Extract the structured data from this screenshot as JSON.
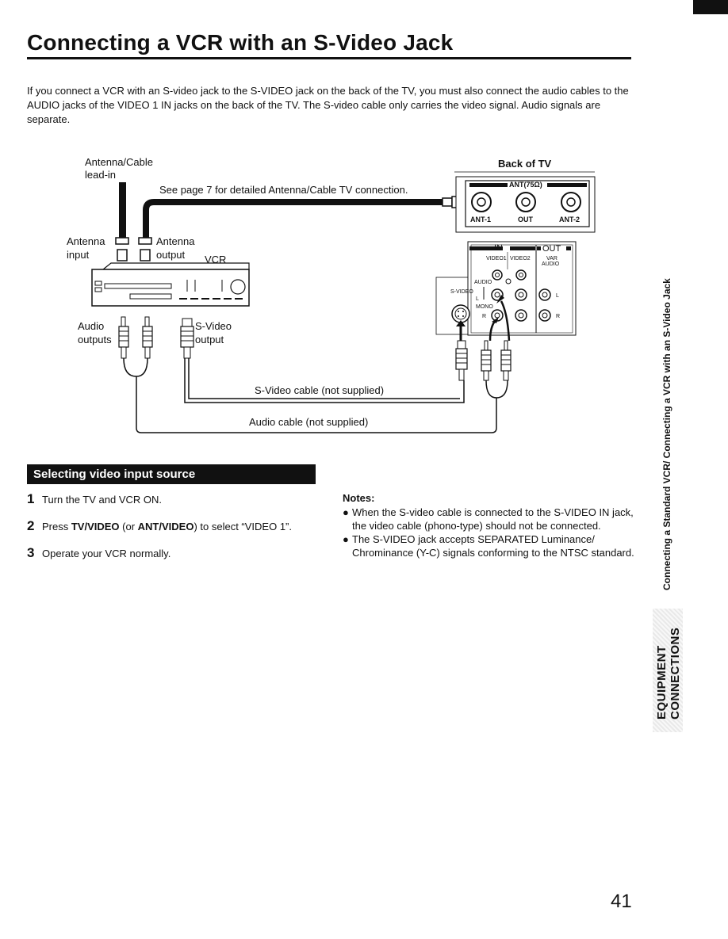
{
  "page": {
    "title": "Connecting a VCR with an S-Video Jack",
    "intro": "If you connect a VCR with an S-video jack to the S-VIDEO jack on the back of the TV, you must also connect the audio cables to the AUDIO jacks of the VIDEO 1 IN jacks on the back of the TV. The S-video cable only carries the video signal. Audio signals are separate.",
    "page_number": "41"
  },
  "diagram": {
    "antenna_cable_label_1": "Antenna/Cable",
    "antenna_cable_label_2": "lead-in",
    "see_page_note": "See page 7 for detailed Antenna/Cable TV connection.",
    "back_of_tv": "Back of TV",
    "ant_75": "ANT(75Ω)",
    "ant1": "ANT-1",
    "out": "OUT",
    "ant2": "ANT-2",
    "antenna_input_1": "Antenna",
    "antenna_input_2": "input",
    "antenna_output_1": "Antenna",
    "antenna_output_2": "output",
    "vcr": "VCR",
    "audio_outputs_1": "Audio",
    "audio_outputs_2": "outputs",
    "svideo_output_1": "S-Video",
    "svideo_output_2": "output",
    "in": "IN",
    "out_panel": "OUT",
    "video1": "VIDEO1",
    "video2": "VIDEO2",
    "var": "VAR",
    "audio_small": "AUDIO",
    "audio_label": "AUDIO",
    "svideo_jack": "S-VIDEO",
    "l": "L",
    "mono": "MONO",
    "r": "R",
    "l_out": "L",
    "r_out": "R",
    "svideo_cable": "S-Video cable (not supplied)",
    "audio_cable": "Audio cable (not supplied)"
  },
  "section": {
    "title": "Selecting video input source",
    "steps": [
      {
        "num": "1",
        "text": "Turn the TV and VCR ON."
      },
      {
        "num": "2",
        "text_a": "Press ",
        "bold_a": "TV/VIDEO",
        "text_b": " (or ",
        "bold_b": "ANT/VIDEO",
        "text_c": ") to select “VIDEO 1”."
      },
      {
        "num": "3",
        "text": "Operate your VCR normally."
      }
    ]
  },
  "notes": {
    "title": "Notes:",
    "items": [
      "When the S-video cable is connected to the S-VIDEO IN jack, the video cable (phono-type) should not be connected.",
      "The S-VIDEO jack accepts SEPARATED Luminance/ Chrominance (Y-C) signals conforming to the NTSC standard."
    ]
  },
  "sidebar": {
    "vertical_text": "Connecting a Standard VCR/ Connecting a VCR with an S-Video Jack",
    "tab_line1": "EQUIPMENT",
    "tab_line2": "CONNECTIONS"
  }
}
